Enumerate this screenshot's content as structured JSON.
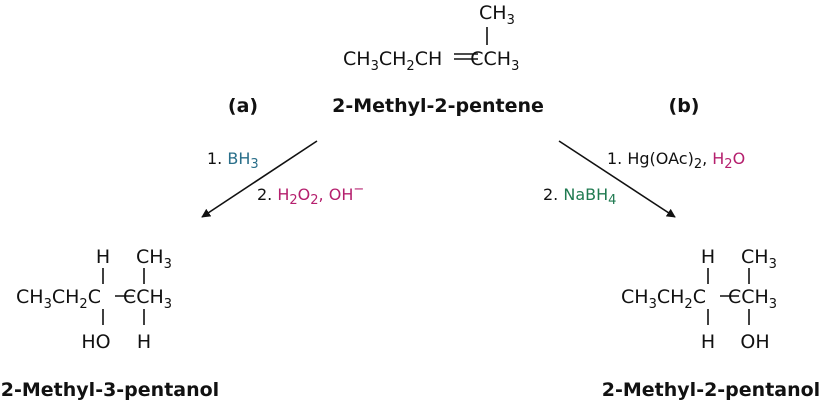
{
  "colors": {
    "black": "#111111",
    "blue": "#2a6f8a",
    "magenta": "#b5206e",
    "green": "#1f7a50"
  },
  "top": {
    "methyl": [
      "CH",
      "3"
    ],
    "chain": [
      "CH",
      "3",
      "CH",
      "2",
      "CH",
      "CCH",
      "3"
    ],
    "name": "2-Methyl-2-pentene"
  },
  "labels": {
    "a": "(a)",
    "b": "(b)"
  },
  "route_a": {
    "step1_num": "1. ",
    "step1_reagent": [
      "BH",
      "3"
    ],
    "step2_num": "2. ",
    "step2_reagent": [
      "H",
      "2",
      "O",
      "2",
      ", OH",
      "−"
    ]
  },
  "route_b": {
    "step1_num": "1. ",
    "step1_reagent": [
      "Hg(OAc)",
      "2",
      ", "
    ],
    "step1_water": [
      "H",
      "2",
      "O"
    ],
    "step2_num": "2. ",
    "step2_reagent": [
      "NaBH",
      "4"
    ]
  },
  "product_a": {
    "h_top": "H",
    "methyl": [
      "CH",
      "3"
    ],
    "chain": [
      "CH",
      "3",
      "CH",
      "2",
      "C",
      "CCH",
      "3"
    ],
    "ho": "HO",
    "h_bottom": "H",
    "name": "2-Methyl-3-pentanol"
  },
  "product_b": {
    "h_top": "H",
    "methyl": [
      "CH",
      "3"
    ],
    "chain": [
      "CH",
      "3",
      "CH",
      "2",
      "C",
      "CCH",
      "3"
    ],
    "h_bottom": "H",
    "oh": "OH",
    "name": "2-Methyl-2-pentanol"
  }
}
